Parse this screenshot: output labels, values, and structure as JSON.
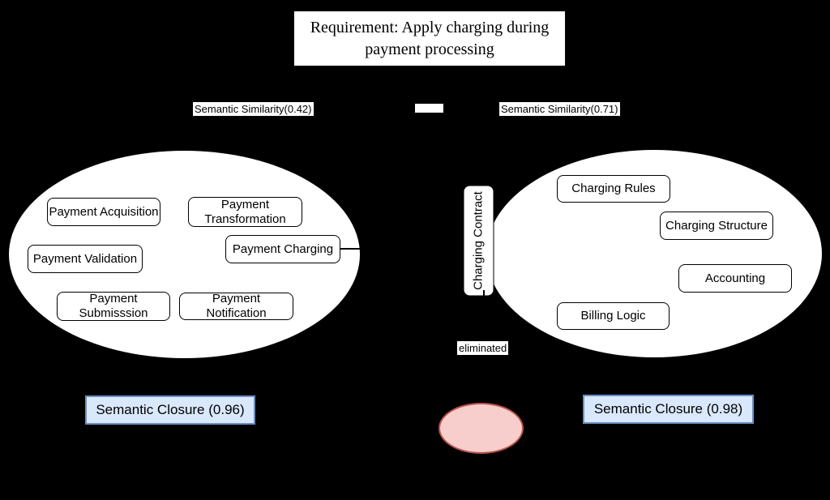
{
  "requirement": {
    "text": "Requirement: Apply charging during payment processing"
  },
  "edges": {
    "left_similarity_label": "Semantic Similarity(0.42)",
    "right_similarity_label": "Semantic Similarity(0.71)",
    "eliminated_label": "eliminated"
  },
  "left_cluster": {
    "nodes": [
      "Payment Acquisition",
      "Payment Transformation",
      "Payment Validation",
      "Payment Charging",
      "Payment Submisssion",
      "Payment Notification"
    ],
    "closure_label": "Semantic Closure (0.96)"
  },
  "right_cluster": {
    "contract_label": "Charging Contract",
    "nodes": [
      "Charging Rules",
      "Charging Structure",
      "Accounting",
      "Billing Logic"
    ],
    "closure_label": "Semantic Closure (0.98)"
  },
  "colors": {
    "background": "#000000",
    "shape_fill": "#ffffff",
    "shape_border": "#000000",
    "closure_fill": "#dae8fc",
    "closure_border": "#6c8ebf",
    "eliminated_fill": "#f8cecc",
    "eliminated_border": "#b85450"
  }
}
